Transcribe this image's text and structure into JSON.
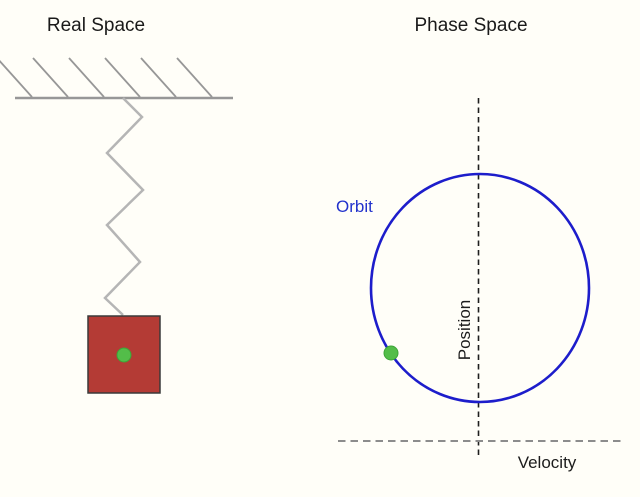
{
  "panels": {
    "real_space": {
      "title": "Real Space"
    },
    "phase_space": {
      "title": "Phase Space",
      "orbit_label": "Orbit",
      "position_label": "Position",
      "velocity_label": "Velocity"
    }
  },
  "colors": {
    "orbit_blue": "#1d1dcb",
    "orbit_label_blue": "#2232cc",
    "mass_red": "#b43b35",
    "mass_border": "#3a3a3a",
    "marker_green": "#53bd49",
    "marker_green_edge": "#3da437",
    "structure_gray": "#979797",
    "spring_gray": "#b5b5b5",
    "axis_dash_gray": "#8c8c8c",
    "text_dark": "#1a1a1a"
  }
}
